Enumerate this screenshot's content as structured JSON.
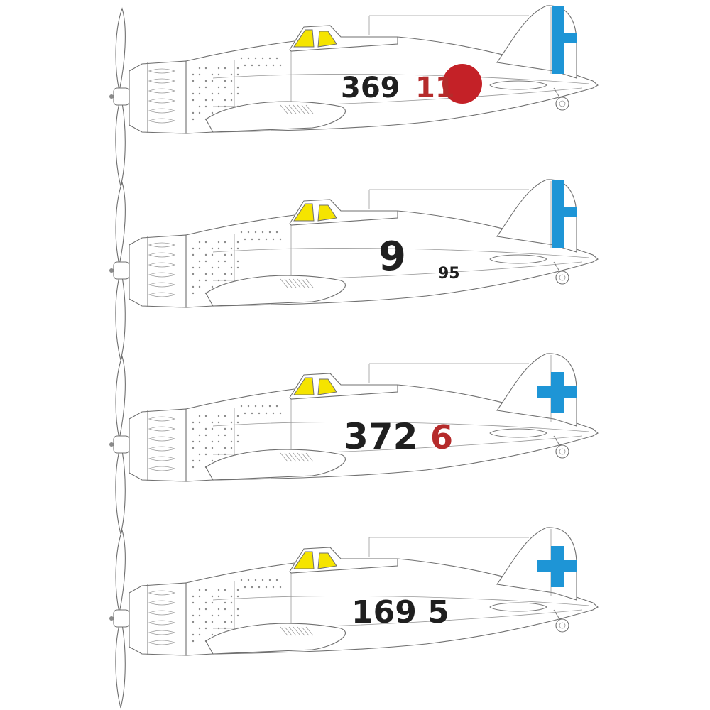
{
  "colors": {
    "outline": "#6f6f6f",
    "canopy": "#f5e400",
    "roundel_red": "#c42127",
    "cross_blue": "#1e95d6",
    "number_black": "#1f1f1f",
    "number_red": "#b52b2b"
  },
  "aircraft": [
    {
      "markings": [
        {
          "text": "369",
          "color": "number_black"
        },
        {
          "text": "11",
          "color": "number_red"
        }
      ],
      "roundel": true,
      "rudder": "bars"
    },
    {
      "markings": [
        {
          "text": "9",
          "color": "number_black"
        },
        {
          "text": "95",
          "color": "number_black"
        }
      ],
      "roundel": false,
      "rudder": "bars"
    },
    {
      "markings": [
        {
          "text": "372",
          "color": "number_black"
        },
        {
          "text": "6",
          "color": "number_red"
        }
      ],
      "roundel": false,
      "rudder": "cross"
    },
    {
      "markings": [
        {
          "text": "169 5",
          "color": "number_black"
        }
      ],
      "roundel": false,
      "rudder": "cross"
    }
  ]
}
